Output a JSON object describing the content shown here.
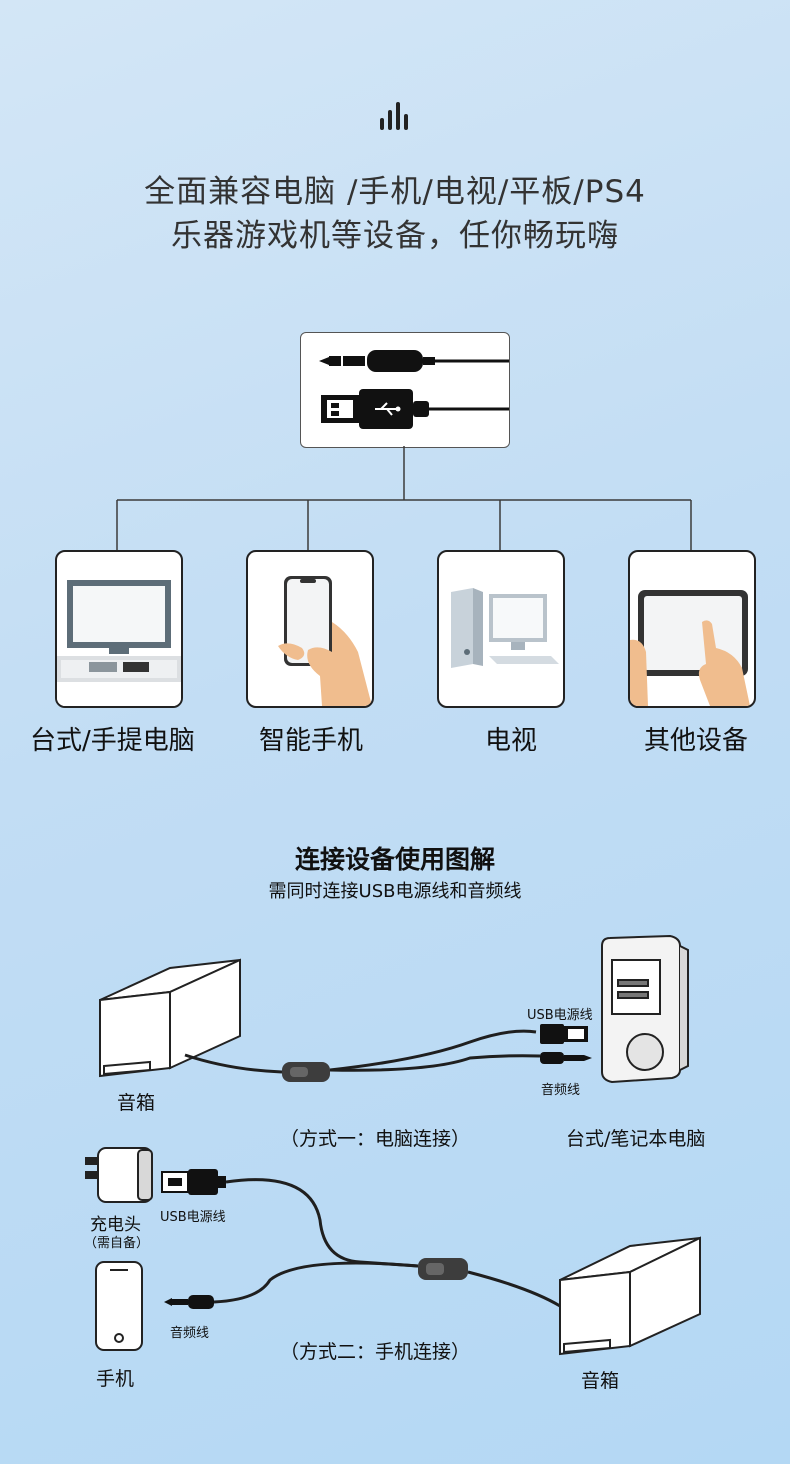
{
  "header": {
    "logo_icon": "sound-bars-icon",
    "line1": "全面兼容电脑 /手机/电视/平板/PS4",
    "line2": "乐器游戏机等设备，任你畅玩嗨"
  },
  "cables": {
    "items": [
      "audio-jack-icon",
      "usb-plug-icon"
    ]
  },
  "devices": [
    {
      "label": "台式/手提电脑",
      "icon": "tv-monitor-icon"
    },
    {
      "label": "智能手机",
      "icon": "smartphone-in-hand-icon"
    },
    {
      "label": "电视",
      "icon": "desktop-computer-icon"
    },
    {
      "label": "其他设备",
      "icon": "tablet-in-hands-icon"
    }
  ],
  "connection": {
    "title": "连接设备使用图解",
    "subtitle": "需同时连接USB电源线和音频线",
    "method1": {
      "usb_label": "USB电源线",
      "audio_label": "音频线",
      "speaker_label": "音箱",
      "method_label": "（方式一：电脑连接）",
      "pc_label": "台式/笔记本电脑"
    },
    "method2": {
      "charger_label": "充电头",
      "charger_note": "（需自备）",
      "usb_label": "USB电源线",
      "phone_label": "手机",
      "audio_label": "音频线",
      "method_label": "（方式二：手机连接）",
      "speaker_label": "音箱"
    }
  },
  "colors": {
    "accent": "#3d5a70",
    "skin": "#f0bd8e",
    "line": "#1f1f1f"
  }
}
